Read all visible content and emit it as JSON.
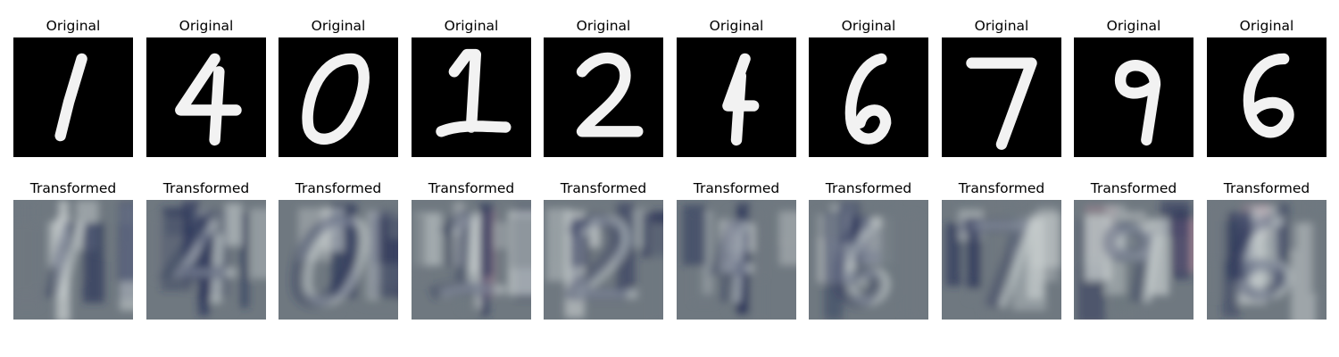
{
  "figure": {
    "row_titles": {
      "original": "Original",
      "transformed": "Transformed"
    },
    "digits": [
      "1",
      "4",
      "0",
      "1",
      "2",
      "4",
      "6",
      "7",
      "9",
      "6"
    ],
    "colors": {
      "background": "#ffffff",
      "original_bg": "#000000",
      "original_stroke": "#f2f2f2",
      "transformed_base": "#6f7880",
      "transformed_dark": "#2a3358",
      "transformed_light": "#c9cfcf",
      "transformed_pink": "#b48a9c"
    }
  }
}
